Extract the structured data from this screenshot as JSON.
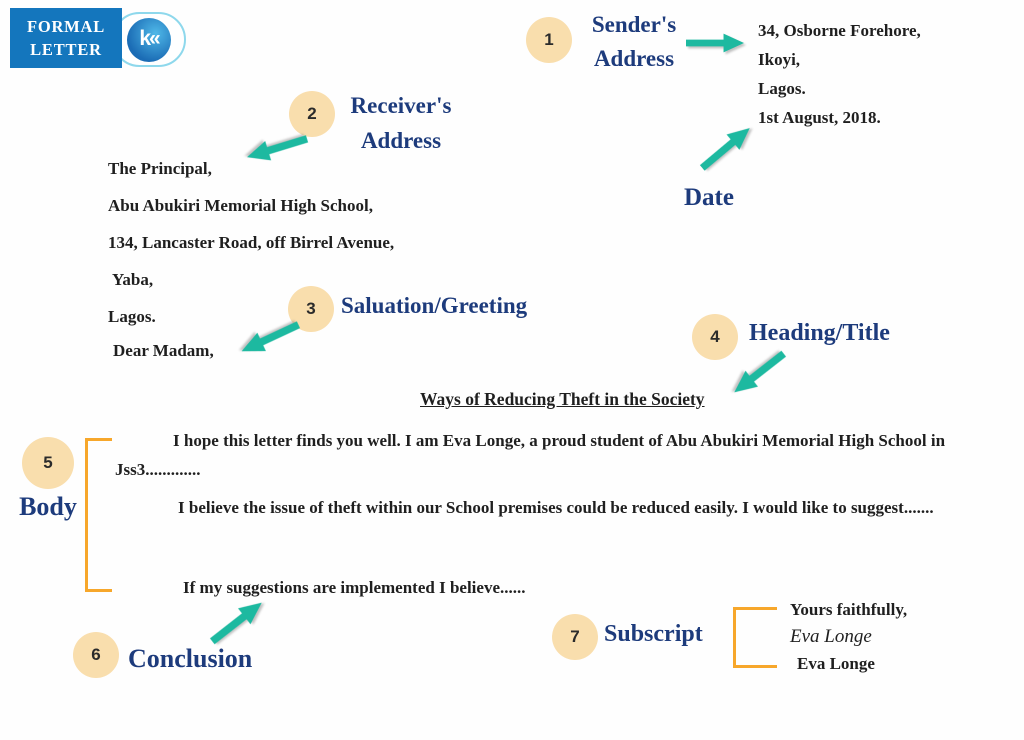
{
  "badge": {
    "line1": "FORMAL",
    "line2": "LETTER",
    "logo_text": "k«"
  },
  "annotations": {
    "sender": {
      "number": "1",
      "label": "Sender's Address"
    },
    "receiver": {
      "number": "2",
      "label": "Receiver's Address"
    },
    "salutation": {
      "number": "3",
      "label": "Saluation/Greeting"
    },
    "heading": {
      "number": "4",
      "label": "Heading/Title"
    },
    "body": {
      "number": "5",
      "label": "Body"
    },
    "conclusion": {
      "number": "6",
      "label": "Conclusion"
    },
    "subscript": {
      "number": "7",
      "label": "Subscript"
    },
    "date": {
      "label": "Date"
    }
  },
  "letter": {
    "sender_address": [
      "34, Osborne Forehore,",
      "Ikoyi,",
      "Lagos.",
      "1st August, 2018."
    ],
    "receiver_address": [
      "The Principal,",
      "Abu Abukiri Memorial High School,",
      "134, Lancaster Road, off Birrel Avenue,",
      "Yaba,",
      "Lagos."
    ],
    "salutation": "Dear Madam,",
    "title": "Ways of Reducing Theft in the Society",
    "body": [
      "I hope this letter finds you well. I am Eva Longe, a proud student of Abu Abukiri Memorial High School in Jss3.............",
      "I believe the issue of theft within our School premises could be reduced easily. I would like to suggest......."
    ],
    "conclusion_text": "If my suggestions are implemented I believe......",
    "subscript": {
      "closing": "Yours faithfully,",
      "signature": "Eva Longe",
      "name": "Eva Longe"
    }
  },
  "colors": {
    "label_navy": "#1d3b7c",
    "circle_fill": "#f9dead",
    "arrow_teal": "#1db9a0",
    "bracket_orange": "#f7a72b",
    "badge_blue": "#1476bd"
  }
}
